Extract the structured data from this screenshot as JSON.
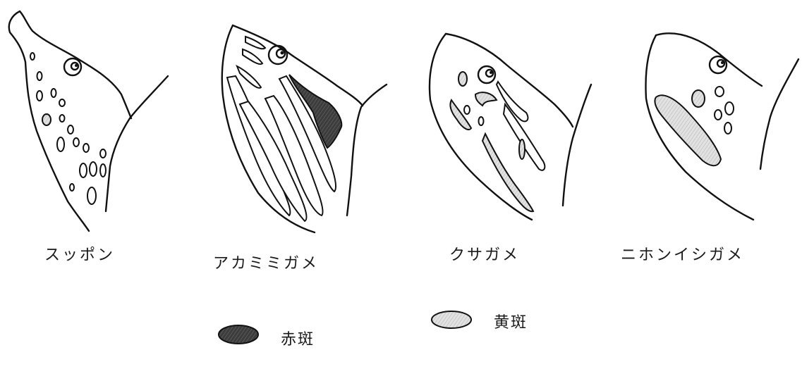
{
  "figure": {
    "species": [
      {
        "label": "スッポン"
      },
      {
        "label": "アカミミガメ"
      },
      {
        "label": "クサガメ"
      },
      {
        "label": "ニホンイシガメ"
      }
    ],
    "legend": [
      {
        "label": "赤斑",
        "color": "#4a4a4a"
      },
      {
        "label": "黄斑",
        "color": "#d6d6d6"
      }
    ]
  }
}
